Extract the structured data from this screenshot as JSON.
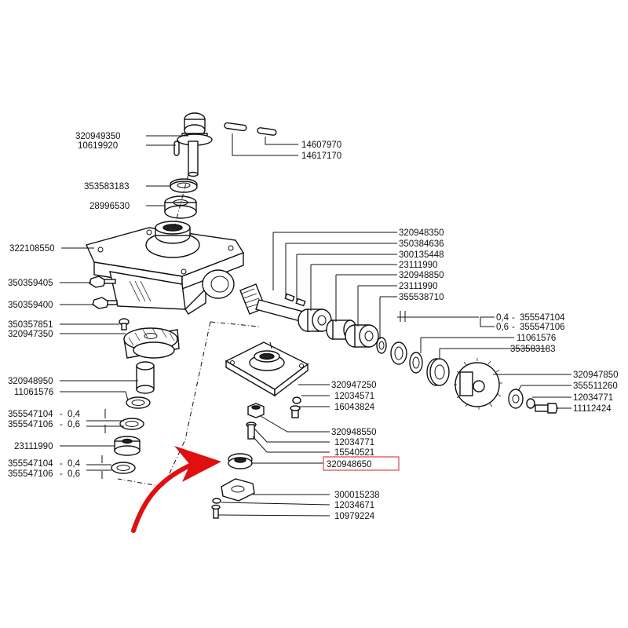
{
  "labels": {
    "shaft_top": "320949350",
    "shaft_pin": "10619920",
    "pin_a": "14607970",
    "pin_b": "14617170",
    "seal_top": "353583183",
    "bearing_top": "28996530",
    "housing": "322108550",
    "bolt_a": "350359405",
    "bolt_b": "350359400",
    "screw_small": "350357851",
    "bevel_gear": "320947350",
    "spacer_tube": "320948950",
    "circlip_left": "11061576",
    "shim_left_1_a": "355547104",
    "shim_left_1_b": "355547106",
    "bearing_left": "23111990",
    "shim_left_2_a": "355547104",
    "shim_left_2_b": "355547106",
    "shaft_right_group": "320948350",
    "r_part_2": "350384636",
    "r_part_3": "300135448",
    "r_part_4": "23111990",
    "r_part_5": "320948850",
    "r_part_6": "23111990",
    "r_part_7": "355538710",
    "r_shim_a": "355547104",
    "r_shim_b": "355547106",
    "r_circlip": "11061576",
    "r_seal": "353583183",
    "sprocket": "320947850",
    "washer_r": "355511260",
    "screw_r1": "12034771",
    "screw_r2": "11112424",
    "cover_plate": "320947250",
    "cover_screw": "12034571",
    "cover_washer": "16043824",
    "nut_lower": "320948550",
    "bolt_lower": "12034771",
    "washer_lower": "15540521",
    "seal_lower": "320948650",
    "flange_plate": "300015238",
    "flange_bolt": "12034671",
    "flange_screw": "10979224",
    "thk_04_a": "0,4",
    "thk_06_a": "0,6",
    "thk_04_b": "0,4",
    "thk_06_b": "0,6",
    "thk_04_c": "0,4",
    "thk_06_c": "0,6"
  },
  "colors": {
    "ink": "#111111",
    "highlight_box": "#e25050",
    "arrow": "#e01010"
  }
}
